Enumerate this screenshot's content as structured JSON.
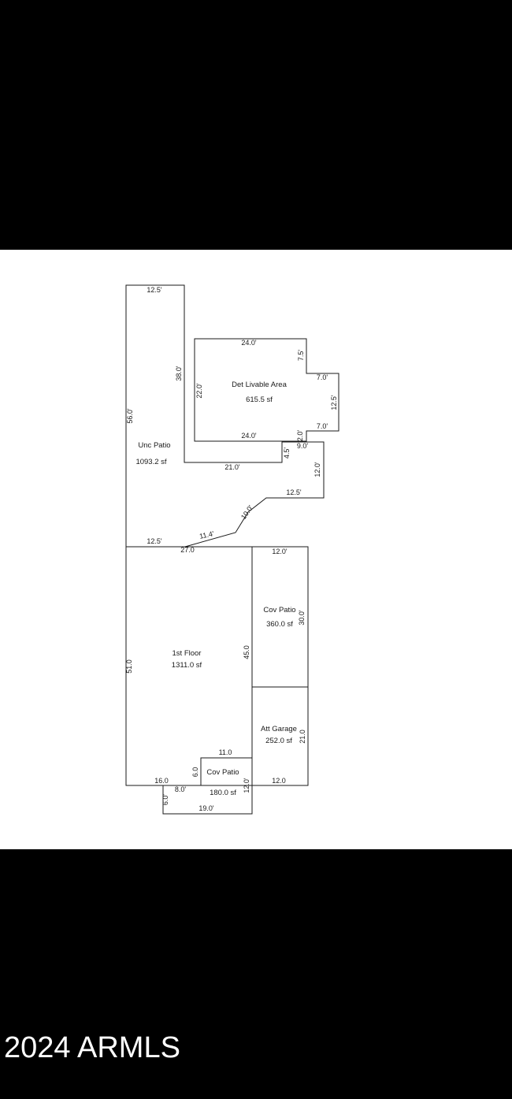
{
  "copyright": "2024 ARMLS",
  "colors": {
    "background": "#000000",
    "panel": "#ffffff",
    "line": "#1a1a1a",
    "watermark": "#ffffff"
  },
  "areas": [
    {
      "name": "Det Livable Area",
      "size": "615.5 sf"
    },
    {
      "name": "Unc Patio",
      "size": "1093.2 sf"
    },
    {
      "name": "1st Floor",
      "size": "1311.0 sf"
    },
    {
      "name": "Cov Patio",
      "size": "360.0 sf"
    },
    {
      "name": "Att Garage",
      "size": "252.0 sf"
    },
    {
      "name": "Cov Patio",
      "size": "180.0 sf"
    }
  ],
  "dimensions": [
    "12.5'",
    "38.0'",
    "56.0'",
    "24.0'",
    "7.5'",
    "7.0'",
    "12.5'",
    "7.0'",
    "22.0'",
    "24.0'",
    "2.0'",
    "9.0'",
    "4.5'",
    "21.0'",
    "12.0'",
    "12.5'",
    "10.0'",
    "11.4'",
    "12.5'",
    "27.0",
    "12.0'",
    "30.0'",
    "45.0",
    "51.0",
    "21.0",
    "11.0",
    "6.0",
    "16.0",
    "8.0'",
    "12.0'",
    "12.0",
    "6.0'",
    "19.0'"
  ]
}
